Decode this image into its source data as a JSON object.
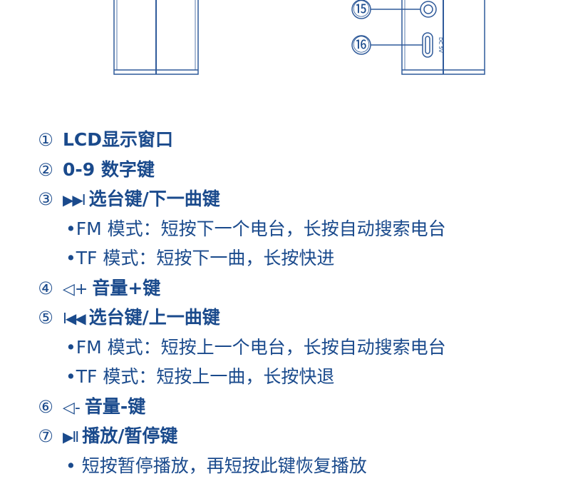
{
  "colors": {
    "primary": "#1a4a8c",
    "diagram_stroke": "#2f5a9a",
    "background": "#ffffff"
  },
  "diagram": {
    "callouts": [
      {
        "number": "⑮",
        "icon": "headphone-jack-icon"
      },
      {
        "number": "⑯",
        "icon": "usb-c-port-icon"
      }
    ],
    "port_label": "DC 5V"
  },
  "items": [
    {
      "number": "①",
      "icon": "",
      "text": "LCD显示窗口"
    },
    {
      "number": "②",
      "icon": "",
      "text": "0-9 数字键"
    },
    {
      "number": "③",
      "icon": "▶▶I",
      "icon_name": "next-track-icon",
      "text": "选台键/下一曲键",
      "subs": [
        "•FM 模式：短按下一个电台，长按自动搜索电台",
        "•TF 模式：短按下一曲，长按快进"
      ]
    },
    {
      "number": "④",
      "icon": "◁+",
      "icon_name": "volume-up-icon",
      "text": "音量+键"
    },
    {
      "number": "⑤",
      "icon": "I◀◀",
      "icon_name": "previous-track-icon",
      "text": "选台键/上一曲键",
      "subs": [
        "•FM 模式：短按上一个电台，长按自动搜索电台",
        "•TF 模式：短按上一曲，长按快退"
      ]
    },
    {
      "number": "⑥",
      "icon": "◁-",
      "icon_name": "volume-down-icon",
      "text": "音量-键"
    },
    {
      "number": "⑦",
      "icon": "▶II",
      "icon_name": "play-pause-icon",
      "text": "播放/暂停键",
      "subs": [
        "• 短按暂停播放，再短按此键恢复播放"
      ]
    }
  ]
}
